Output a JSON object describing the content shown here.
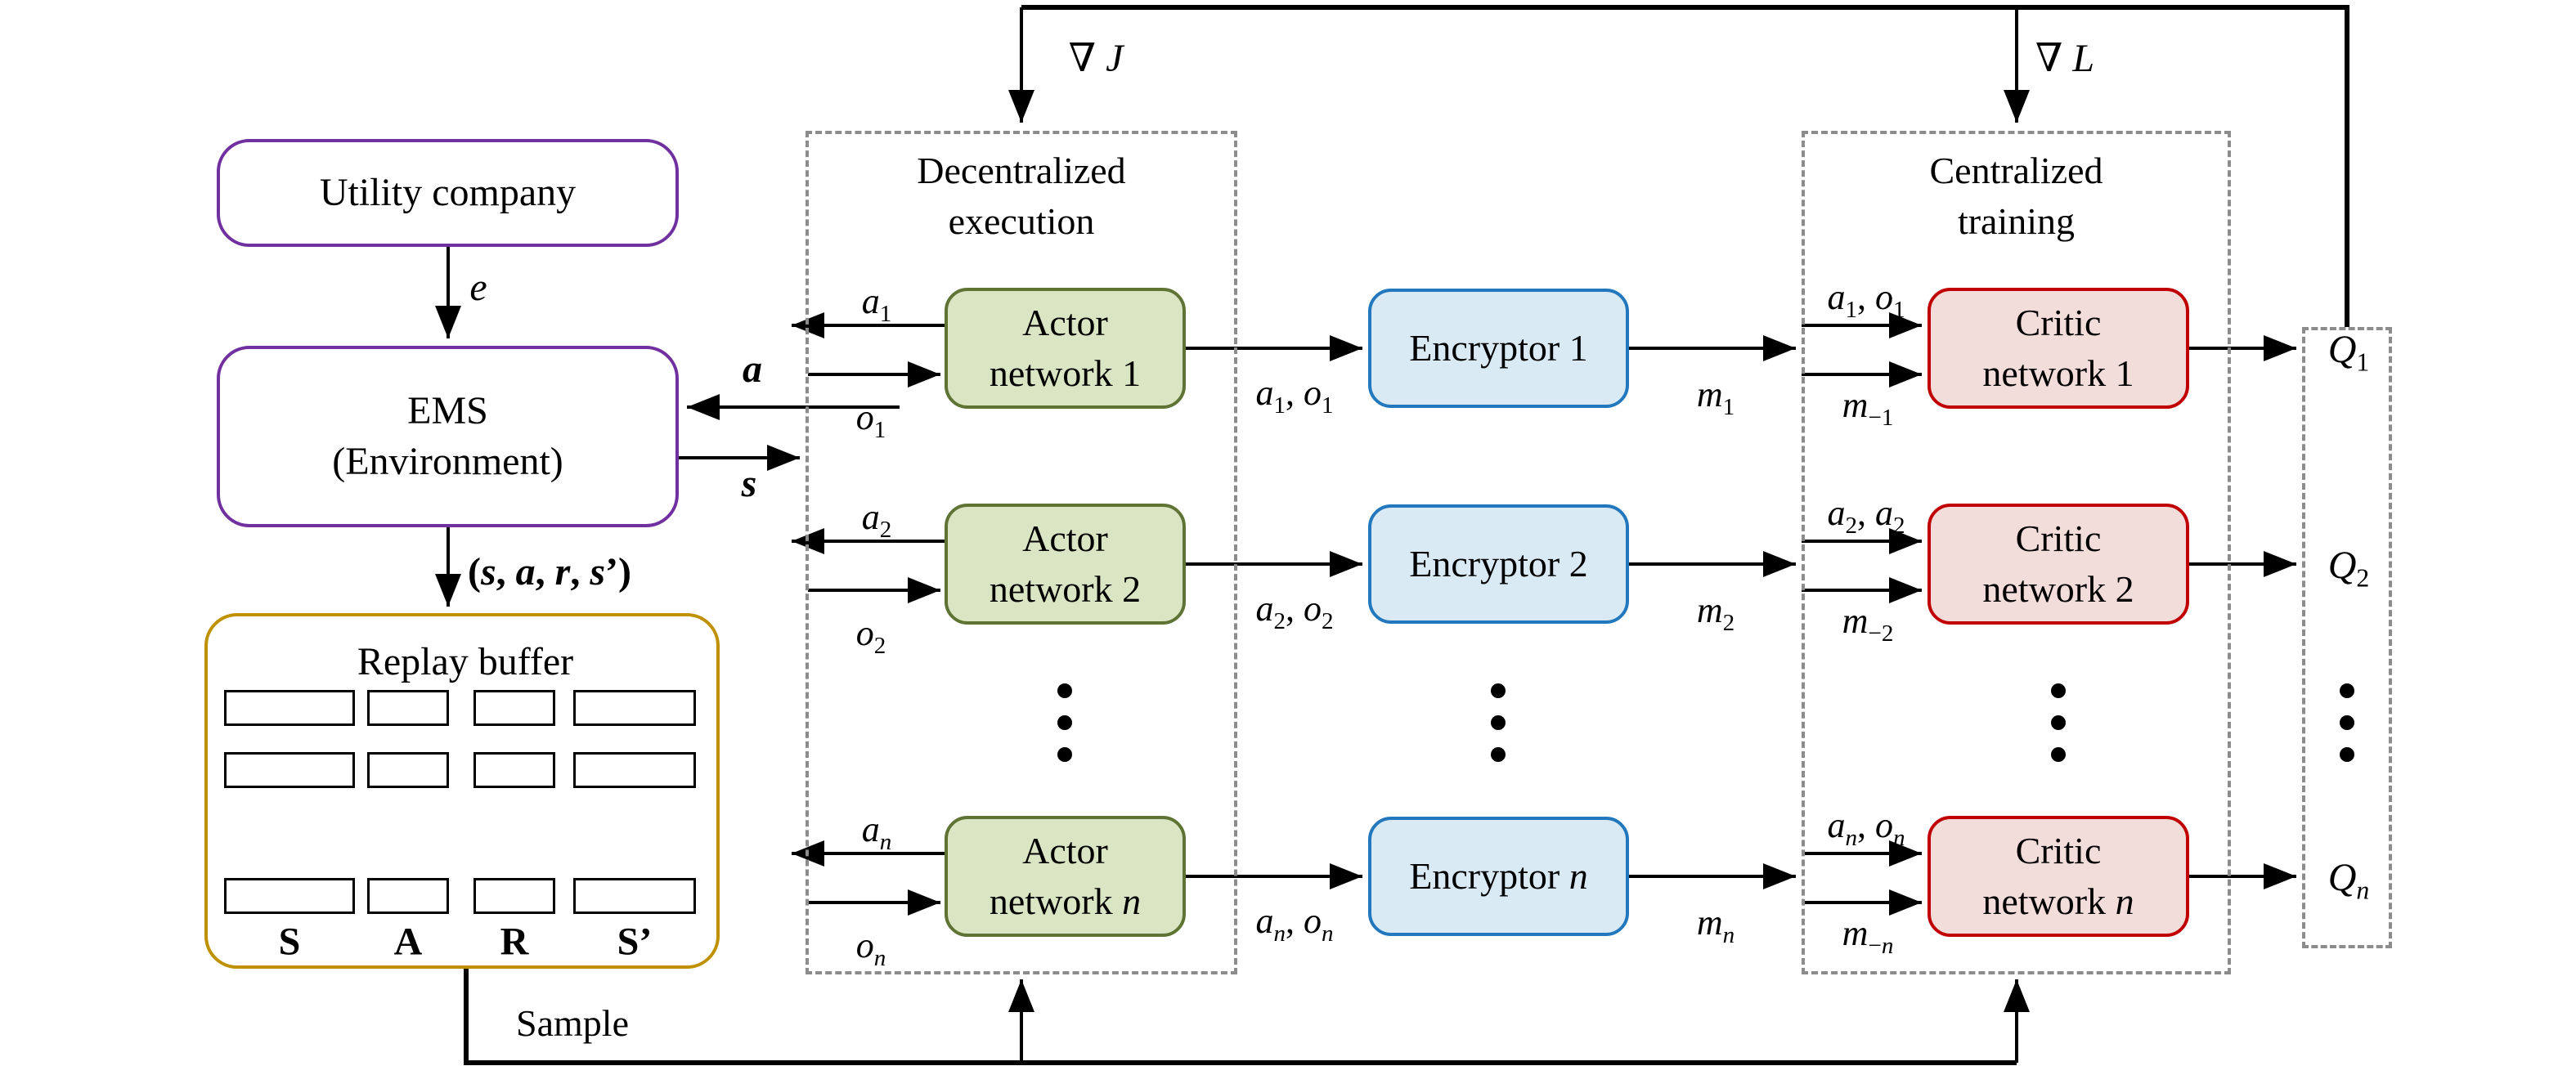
{
  "colors": {
    "purple": "#7030A0",
    "gold": "#BF9000",
    "actor_fill": "#DAE5C3",
    "actor_border": "#5F7434",
    "encryptor_fill": "#DAEAF5",
    "encryptor_border": "#2277BD",
    "critic_fill": "#F2DDDB",
    "critic_border": "#C00000",
    "dashed": "#8C8C8C",
    "line": "#000000"
  },
  "left": {
    "utility_label": "Utility company",
    "e_label": "{e}",
    "ems_line1": "EMS",
    "ems_line2": "(Environment)",
    "transition_label": "({s}, {a}, {r}, {s}’)",
    "replay_title": "Replay buffer",
    "replay_columns": [
      "S",
      "A",
      "R",
      "S’"
    ],
    "sample_label": "Sample",
    "action_label": "{a}",
    "state_label": "{s}"
  },
  "feedback": {
    "actor_gradient": "∇ {J}",
    "critic_gradient": "∇ {L}"
  },
  "decentralized": {
    "title_line1": "Decentralized",
    "title_line2": "execution"
  },
  "centralized": {
    "title_line1": "Centralized",
    "title_line2": "training"
  },
  "rows": [
    {
      "actor_line1": "Actor",
      "actor_line2": "network 1",
      "action_out": "{a}_{1}",
      "obs_in": "{o}_{1}",
      "actor_to_encryptor": "{a}_{1}, {o}_{1}",
      "encryptor_label": "Encryptor 1",
      "message_out": "{m}_{1}",
      "critic_line1": "Critic",
      "critic_line2": "network 1",
      "critic_top_in": "{a}_{1}, {o}_{1}",
      "critic_bottom_in": "{m}_{−1}",
      "q_value": "{Q}_{1}"
    },
    {
      "actor_line1": "Actor",
      "actor_line2": "network 2",
      "action_out": "{a}_{2}",
      "obs_in": "{o}_{2}",
      "actor_to_encryptor": "{a}_{2}, {o}_{2}",
      "encryptor_label": "Encryptor 2",
      "message_out": "{m}_{2}",
      "critic_line1": "Critic",
      "critic_line2": "network 2",
      "critic_top_in": "{a}_{2}, {a}_{2}",
      "critic_bottom_in": "{m}_{−2}",
      "q_value": "{Q}_{2}"
    },
    {
      "actor_line1": "Actor",
      "actor_line2": "network {n}",
      "action_out": "{a}_{n}",
      "obs_in": "{o}_{n}",
      "actor_to_encryptor": "{a}_{n}, {o}_{n}",
      "encryptor_label": "Encryptor {n}",
      "message_out": "{m}_{n}",
      "critic_line1": "Critic",
      "critic_line2": "network {n}",
      "critic_top_in": "{a}_{n}, {o}_{n}",
      "critic_bottom_in": "{m}_{−n}",
      "q_value": "{Q}_{n}"
    }
  ]
}
